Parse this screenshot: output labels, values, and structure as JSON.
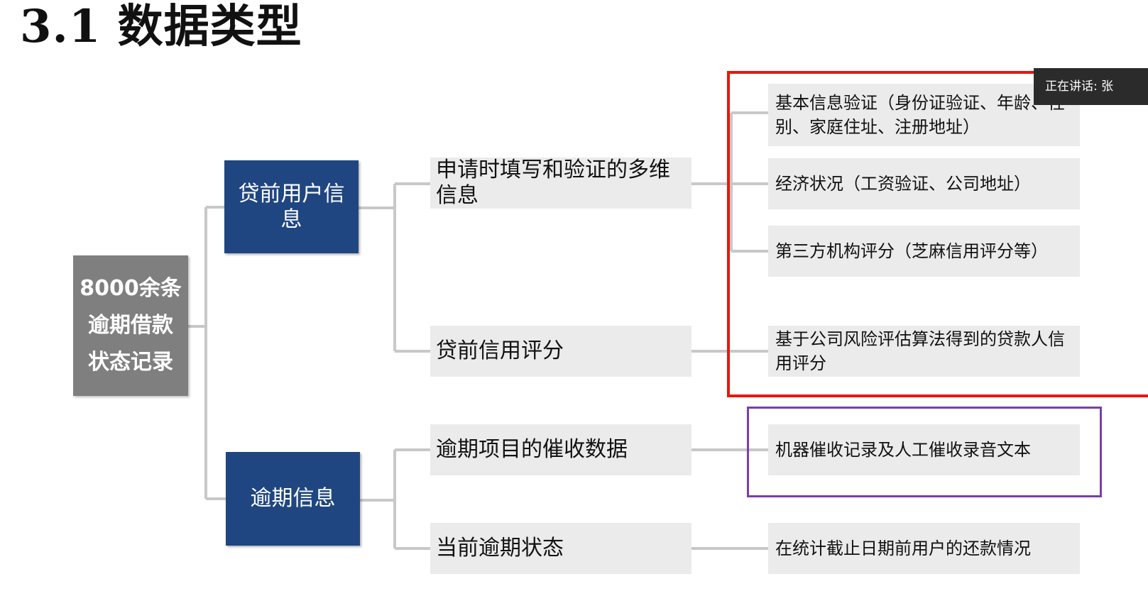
{
  "title": "3.1 数据类型",
  "root": {
    "lines": [
      "8000余条",
      "逾期借款",
      "状态记录"
    ]
  },
  "categories": {
    "pre_lending": "贷前用户信息",
    "overdue": "逾期信息"
  },
  "mid_nodes": {
    "application_info": "申请时填写和验证的多维信息",
    "credit_score": "贷前信用评分",
    "collection_data": "逾期项目的催收数据",
    "current_status": "当前逾期状态"
  },
  "leaf_nodes": {
    "basic_info": "基本信息验证（身份证验证、年龄、性别、家庭住址、注册地址）",
    "economic": "经济状况（工资验证、公司地址）",
    "third_party": "第三方机构评分（芝麻信用评分等）",
    "risk_score": "基于公司风险评估算法得到的贷款人信用评分",
    "collection_records": "机器催收记录及人工催收录音文本",
    "repayment": "在统计截止日期前用户的还款情况"
  },
  "speaker_badge": "正在讲话: 张",
  "colors": {
    "root_fill": "#7f7f7f",
    "category_fill": "#1f4680",
    "node_fill": "#ebebeb",
    "connector": "#c8c8c8",
    "red_frame": "#e8170f",
    "purple_frame": "#7a3ea8"
  }
}
